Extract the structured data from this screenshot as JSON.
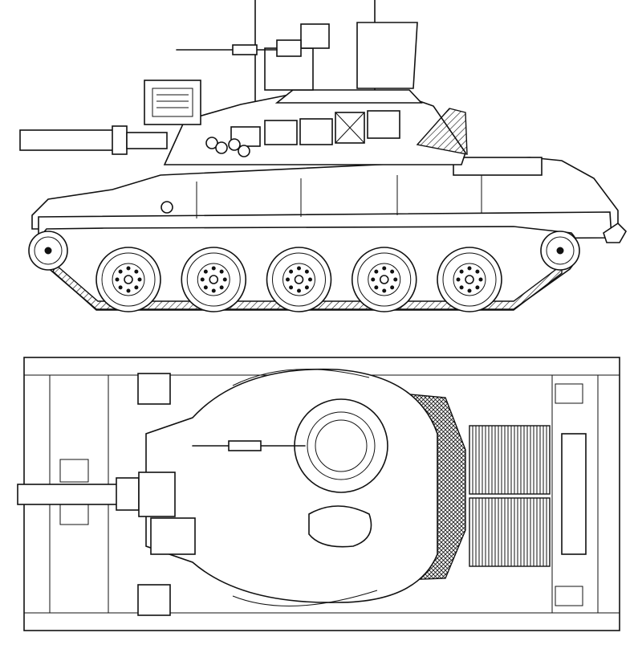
{
  "drawing": {
    "views": [
      "side-elevation",
      "top-plan"
    ],
    "road_wheel_count": 5,
    "line_color": "#111111",
    "background_color": "#ffffff"
  }
}
